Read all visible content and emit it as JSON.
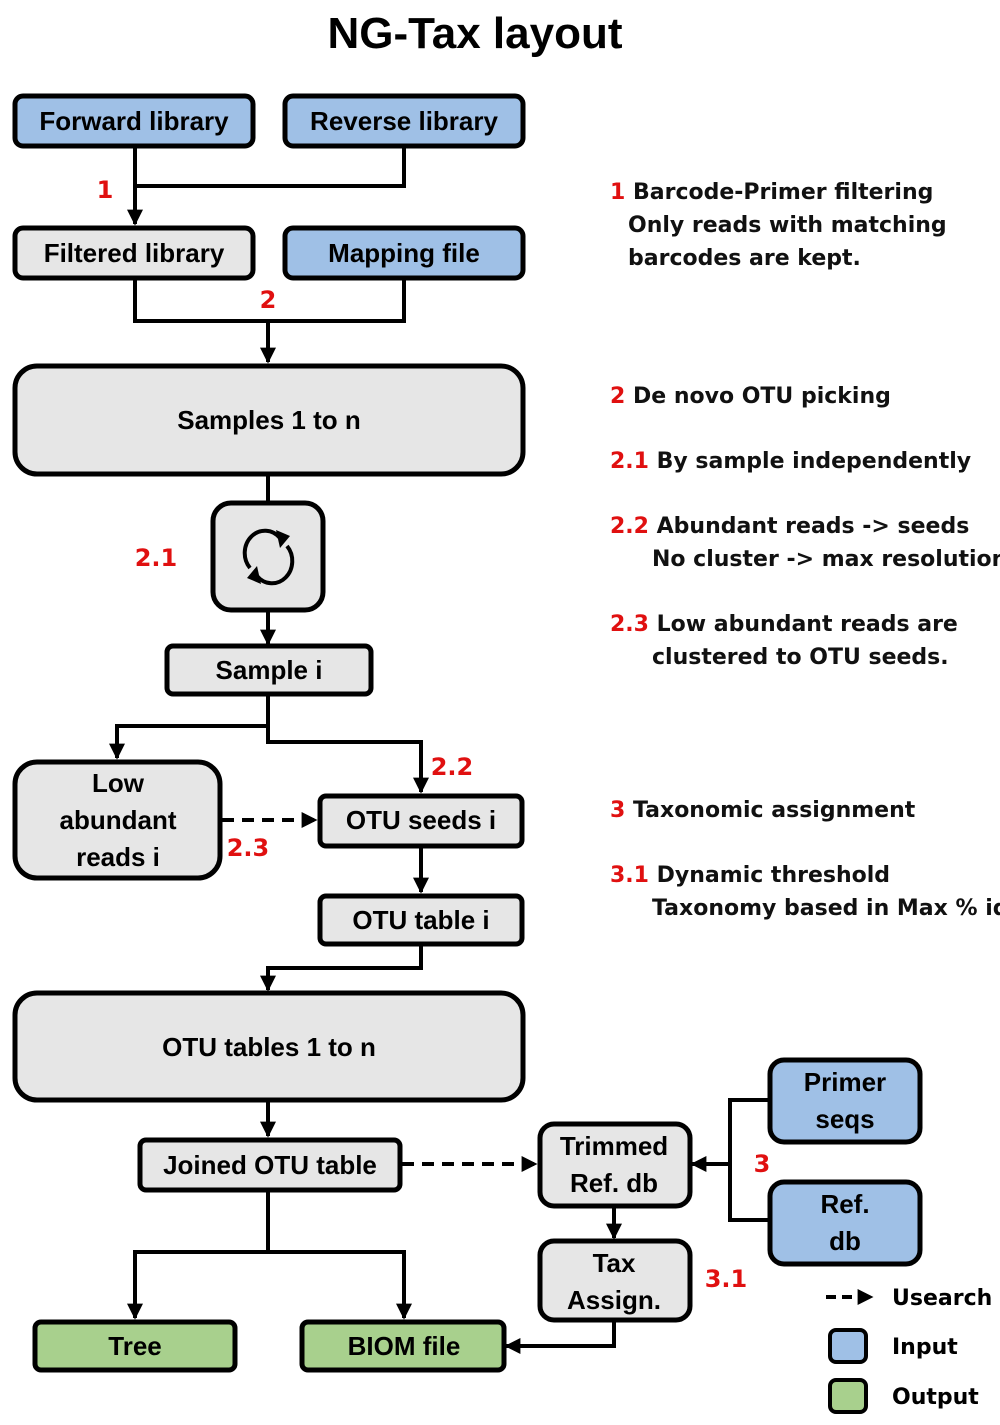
{
  "title": "NG-Tax layout",
  "colors": {
    "input": "#9fc0e6",
    "output": "#a8d08d",
    "process": "#e6e6e6",
    "step": "#e01010",
    "stroke": "#000000"
  },
  "nodes": {
    "forward": "Forward library",
    "reverse": "Reverse library",
    "filtered": "Filtered library",
    "mapping": "Mapping file",
    "samples": "Samples 1 to n",
    "loop_icon": "loop-arrows-icon",
    "sample_i": "Sample i",
    "low_abundant": [
      "Low",
      "abundant",
      "reads i"
    ],
    "otu_seeds": "OTU seeds i",
    "otu_table_i": "OTU table i",
    "otu_tables": "OTU tables 1 to n",
    "joined": "Joined OTU table",
    "trimmed": [
      "Trimmed",
      "Ref. db"
    ],
    "primer": [
      "Primer",
      "seqs"
    ],
    "refdb": [
      "Ref.",
      "db"
    ],
    "tax": [
      "Tax",
      "Assign."
    ],
    "tree": "Tree",
    "biom": "BIOM file"
  },
  "step_labels": {
    "s1": "1",
    "s2": "2",
    "s21": "2.1",
    "s22": "2.2",
    "s23": "2.3",
    "s3": "3",
    "s31": "3.1"
  },
  "legend": {
    "usearch": "Usearch",
    "input": "Input",
    "output": "Output"
  },
  "notes": [
    {
      "num": "1",
      "lines": [
        "Barcode-Primer filtering",
        "Only reads with matching",
        "barcodes are kept."
      ]
    },
    {
      "num": "2",
      "lines": [
        "De novo OTU picking"
      ]
    },
    {
      "num": "2.1",
      "lines": [
        "By sample independently"
      ]
    },
    {
      "num": "2.2",
      "lines": [
        "Abundant reads -> seeds",
        "No cluster -> max resolution"
      ]
    },
    {
      "num": "2.3",
      "lines": [
        "Low abundant reads are",
        "clustered to OTU seeds."
      ]
    },
    {
      "num": "3",
      "lines": [
        "Taxonomic assignment"
      ]
    },
    {
      "num": "3.1",
      "lines": [
        "Dynamic threshold",
        "Taxonomy based in Max % id"
      ]
    }
  ]
}
